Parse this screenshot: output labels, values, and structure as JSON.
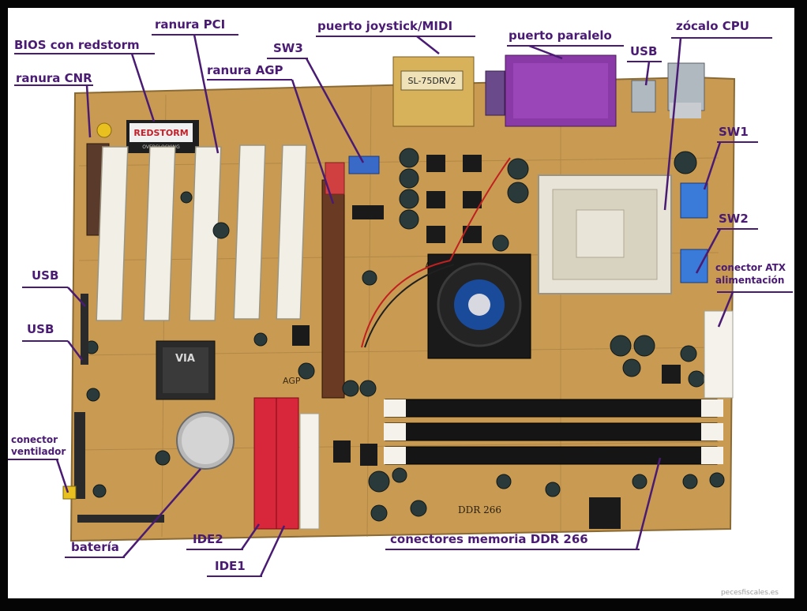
{
  "labels": {
    "bios": "BIOS con redstorm",
    "ranura_pci": "ranura PCI",
    "puerto_joystick": "puerto joystick/MIDI",
    "puerto_paralelo": "puerto paralelo",
    "zocalo_cpu": "zócalo CPU",
    "ranura_cnr": "ranura CNR",
    "sw3": "SW3",
    "ranura_agp": "ranura AGP",
    "usb_top": "USB",
    "sw1": "SW1",
    "sw2": "SW2",
    "conector_atx_1": "conector ATX",
    "conector_atx_2": "alimentación",
    "usb_left_1": "USB",
    "usb_left_2": "USB",
    "conector_vent_1": "conector",
    "conector_vent_2": "ventilador",
    "bateria": "batería",
    "ide2": "IDE2",
    "ide1": "IDE1",
    "ddr": "conectores memoria DDR 266"
  },
  "board_text": {
    "bios_chip": "REDSTORM",
    "bios_sub": "OVERCLOCKING",
    "joystick_sticker": "SL-75DRV2",
    "ddr_print": "DDR 266",
    "agp_print": "AGP",
    "agp_print2": "AGP",
    "via_logo": "VIA"
  },
  "watermark": "pecesfiscales.es",
  "colors": {
    "label": "#4a1b73",
    "board": "#c99a52",
    "frame": "#050505"
  }
}
